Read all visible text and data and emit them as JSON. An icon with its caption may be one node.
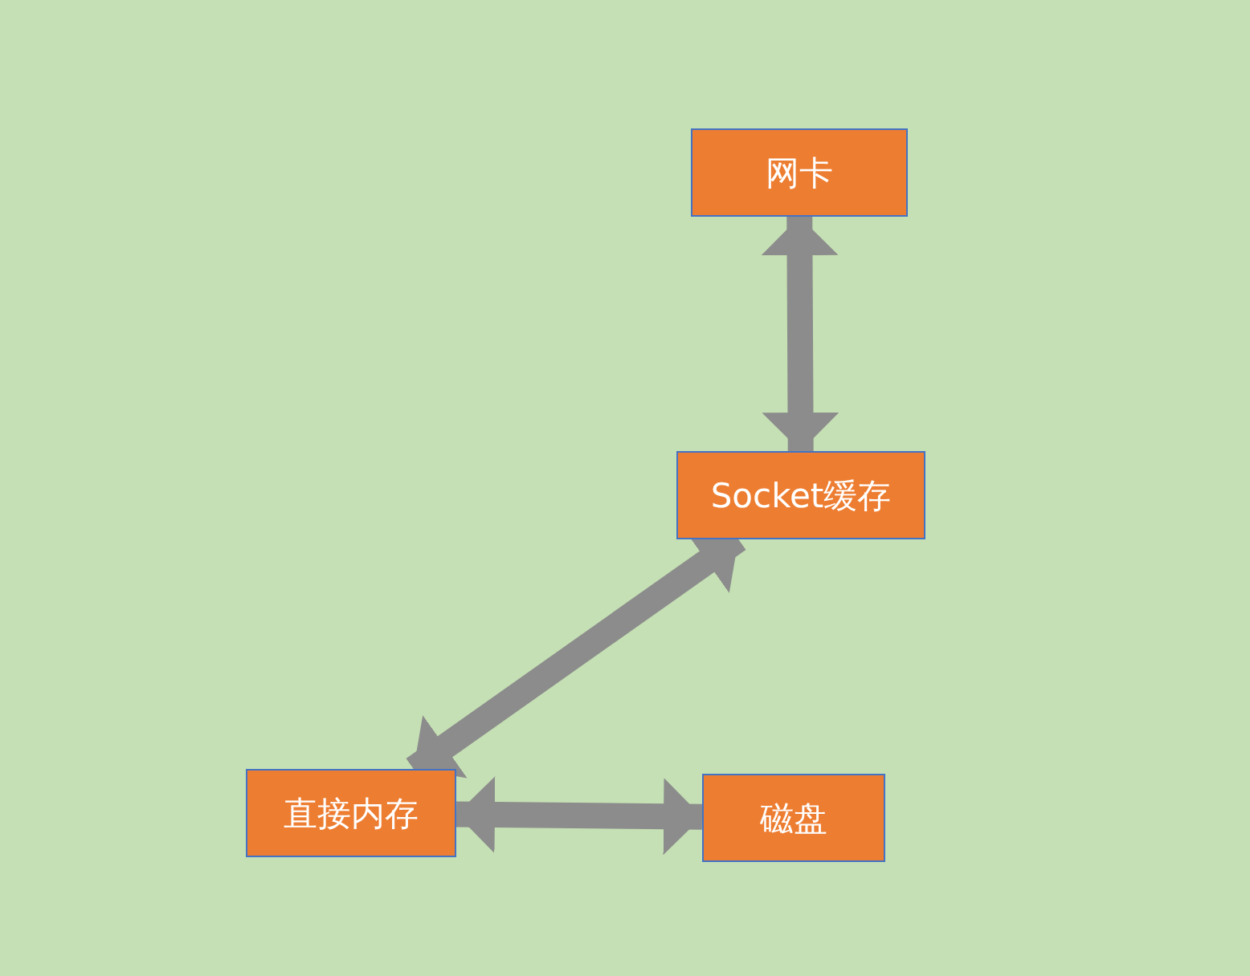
{
  "diagram": {
    "nodes": [
      {
        "text": [
          "网卡"
        ]
      },
      {
        "text": [
          "Socket缓存"
        ]
      },
      {
        "text": [
          "直接内存"
        ]
      },
      {
        "text": [
          "磁盘"
        ]
      }
    ],
    "edges": [
      {
        "from": 0,
        "to": 1,
        "arrow": "both"
      },
      {
        "from": 1,
        "to": 2,
        "arrow": "both"
      },
      {
        "from": 2,
        "to": 3,
        "arrow": "both"
      }
    ]
  }
}
